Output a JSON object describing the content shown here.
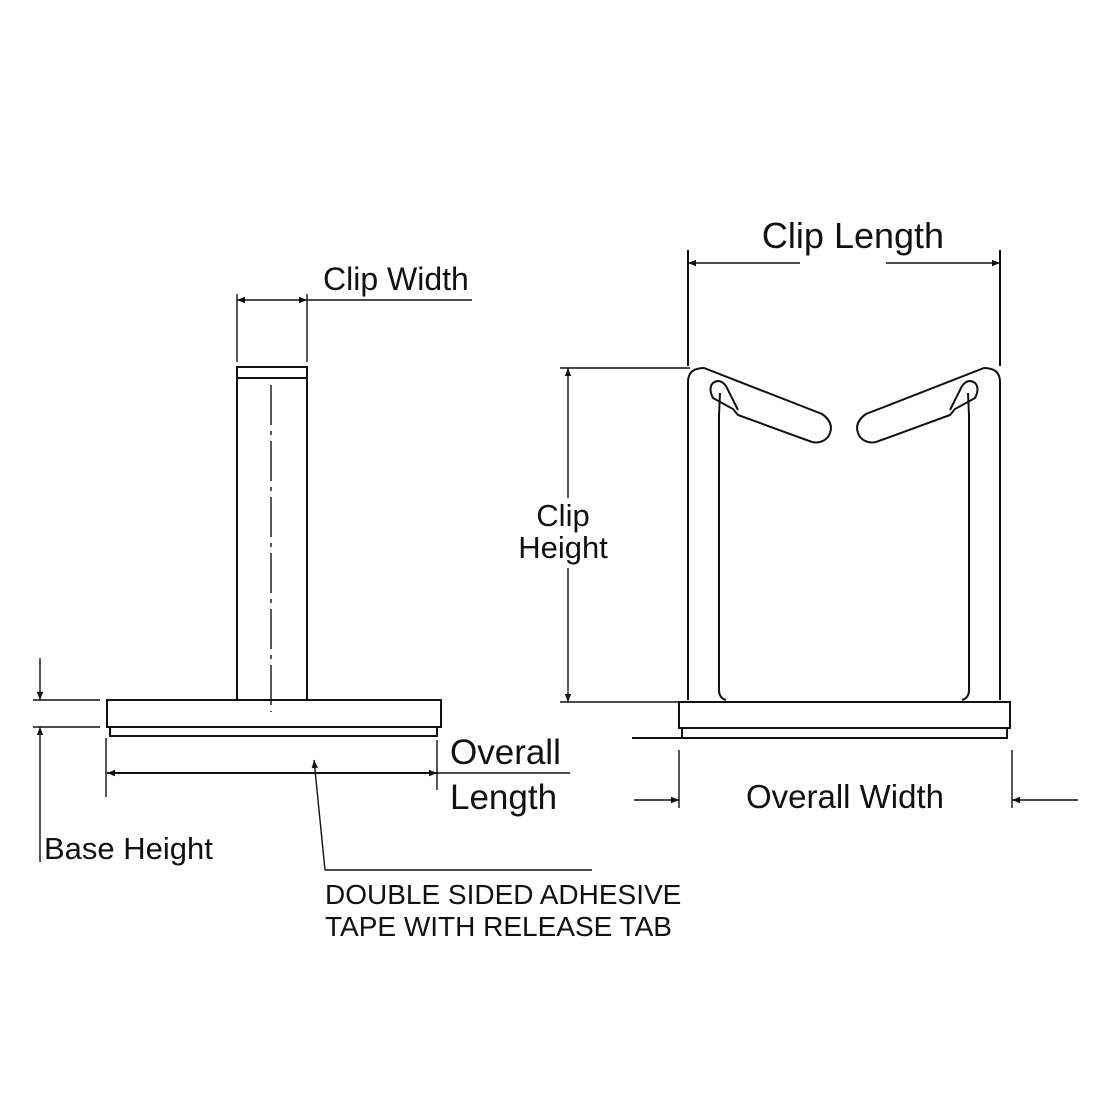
{
  "labels": {
    "clip_width": "Clip Width",
    "clip_length": "Clip Length",
    "clip_height_line1": "Clip",
    "clip_height_line2": "Height",
    "overall_length_line1": "Overall",
    "overall_length_line2": "Length",
    "overall_width": "Overall Width",
    "base_height": "Base Height",
    "tape_note_line1": "DOUBLE SIDED ADHESIVE",
    "tape_note_line2": "TAPE WITH RELEASE TAB"
  },
  "colors": {
    "line": "#111111",
    "background": "#ffffff"
  }
}
